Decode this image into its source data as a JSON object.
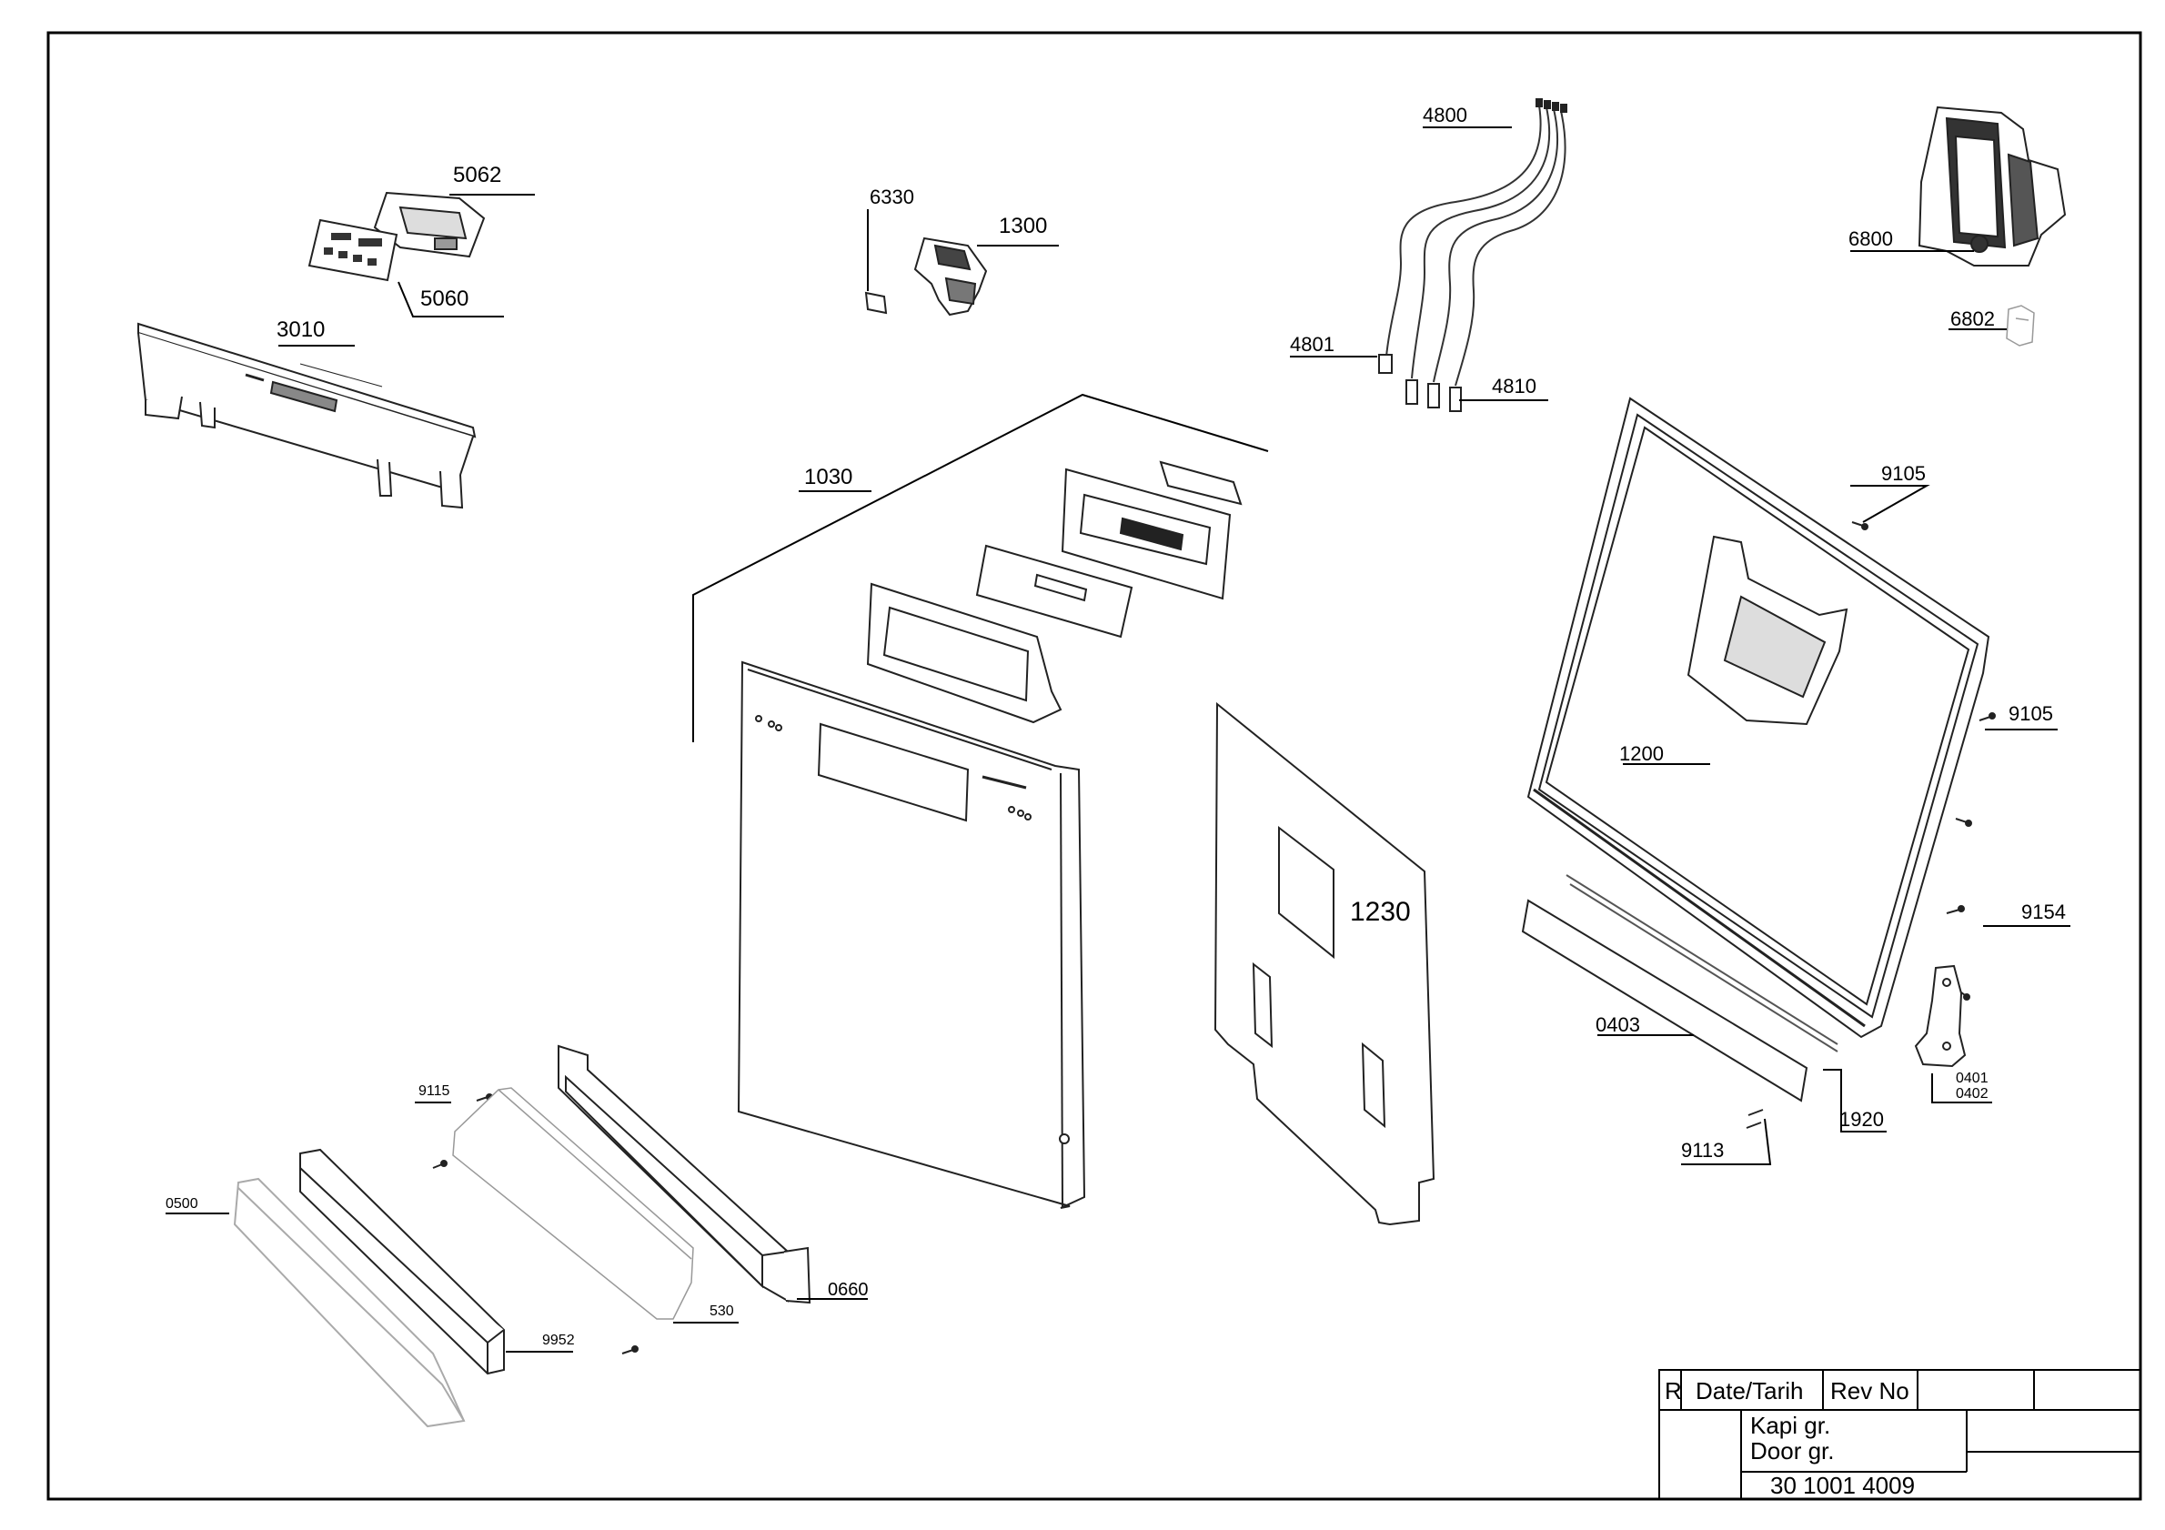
{
  "parts": {
    "p5062": "5062",
    "p5060": "5060",
    "p3010": "3010",
    "p6330": "6330",
    "p1300": "1300",
    "p4800": "4800",
    "p4801": "4801",
    "p4810": "4810",
    "p6800": "6800",
    "p6802": "6802",
    "p1030": "1030",
    "p9105a": "9105",
    "p9105b": "9105",
    "p1200": "1200",
    "p1230": "1230",
    "p9154": "9154",
    "p0403": "0403",
    "p0401": "0401",
    "p0402": "0402",
    "p1920": "1920",
    "p9113": "9113",
    "p9115": "9115",
    "p0500": "0500",
    "p530": "530",
    "p0660": "0660",
    "p9952": "9952"
  },
  "title_block": {
    "r": "R",
    "date": "Date/Tarih",
    "rev": "Rev No",
    "name_tr": "Kapi gr.",
    "name_en": "Door gr.",
    "number": "30 1001 4009"
  }
}
